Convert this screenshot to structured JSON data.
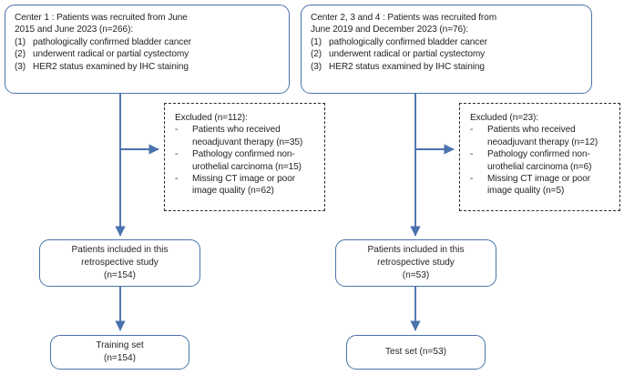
{
  "diagram": {
    "type": "study-flowchart",
    "line_color": "#4a72ad",
    "box_border_color": "#4a72ad",
    "dashed_border_color": "#2b2b2b",
    "text_color": "#231f20"
  },
  "source_left": {
    "lead_line1": "Center 1 : Patients was recruited from June",
    "lead_line2": "2015 and June 2023 (n=266):",
    "criteria": [
      {
        "marker": "(1)",
        "text": "pathologically confirmed bladder cancer"
      },
      {
        "marker": "(2)",
        "text": "underwent radical or partial cystectomy"
      },
      {
        "marker": "(3)",
        "text": "HER2 status examined by IHC staining"
      }
    ]
  },
  "source_right": {
    "lead_line1": "Center 2, 3 and 4 : Patients was recruited from",
    "lead_line2": "June 2019 and December 2023 (n=76):",
    "criteria": [
      {
        "marker": "(1)",
        "text": "pathologically confirmed bladder cancer"
      },
      {
        "marker": "(2)",
        "text": "underwent radical or partial cystectomy"
      },
      {
        "marker": "(3)",
        "text": "HER2 status examined by IHC staining"
      }
    ]
  },
  "excluded_left": {
    "heading": "Excluded (n=112):",
    "items": [
      {
        "marker": "-",
        "line1": "Patients who received",
        "line2": "neoadjuvant therapy (n=35)"
      },
      {
        "marker": "-",
        "line1": "Pathology confirmed non-",
        "line2": "urothelial carcinoma (n=15)"
      },
      {
        "marker": "-",
        "line1": "Missing CT image or poor",
        "line2": "image quality (n=62)"
      }
    ]
  },
  "excluded_right": {
    "heading": "Excluded (n=23):",
    "items": [
      {
        "marker": "-",
        "line1": "Patients who received",
        "line2": "neoadjuvant therapy (n=12)"
      },
      {
        "marker": "-",
        "line1": "Pathology confirmed non-",
        "line2": "urothelial carcinoma (n=6)"
      },
      {
        "marker": "-",
        "line1": "Missing CT image or poor",
        "line2": "image quality (n=5)"
      }
    ]
  },
  "included_left": {
    "line1": "Patients included in this",
    "line2": "retrospective study",
    "line3": "(n=154)"
  },
  "included_right": {
    "line1": "Patients included in this",
    "line2": "retrospective study",
    "line3": "(n=53)"
  },
  "final_left": {
    "line1": "Training set",
    "line2": "(n=154)"
  },
  "final_right": {
    "line1": "Test set (n=53)",
    "line2": ""
  }
}
